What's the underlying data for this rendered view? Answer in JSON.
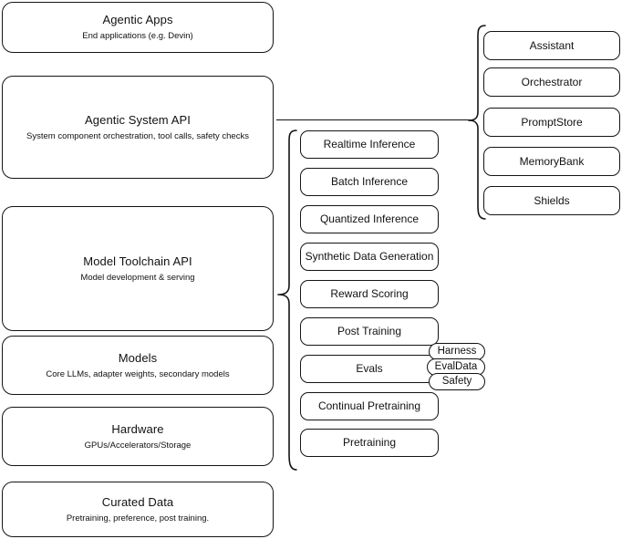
{
  "diagram": {
    "title": "AI Stack Architecture Diagram",
    "stroke_color": "#141414",
    "background_color": "#ffffff"
  },
  "layers": [
    {
      "id": "agentic-apps",
      "title": "Agentic Apps",
      "subtitle": "End applications (e.g. Devin)"
    },
    {
      "id": "agentic-system-api",
      "title": "Agentic System API",
      "subtitle": "System component orchestration, tool calls, safety checks"
    },
    {
      "id": "model-toolchain-api",
      "title": "Model Toolchain API",
      "subtitle": "Model development & serving"
    },
    {
      "id": "models",
      "title": "Models",
      "subtitle": "Core LLMs, adapter weights, secondary models"
    },
    {
      "id": "hardware",
      "title": "Hardware",
      "subtitle": "GPUs/Accelerators/Storage"
    },
    {
      "id": "curated-data",
      "title": "Curated Data",
      "subtitle": "Pretraining, preference, post training."
    }
  ],
  "toolchain_capabilities": [
    {
      "id": "realtime-inference",
      "label": "Realtime Inference"
    },
    {
      "id": "batch-inference",
      "label": "Batch Inference"
    },
    {
      "id": "quantized-inference",
      "label": "Quantized Inference"
    },
    {
      "id": "synthetic-data-generation",
      "label": "Synthetic Data Generation"
    },
    {
      "id": "reward-scoring",
      "label": "Reward Scoring"
    },
    {
      "id": "post-training",
      "label": "Post Training"
    },
    {
      "id": "evals",
      "label": "Evals"
    },
    {
      "id": "continual-pretraining",
      "label": "Continual Pretraining"
    },
    {
      "id": "pretraining",
      "label": "Pretraining"
    }
  ],
  "evals_badges": [
    {
      "id": "harness",
      "label": "Harness"
    },
    {
      "id": "evaldata",
      "label": "EvalData"
    },
    {
      "id": "safety",
      "label": "Safety"
    }
  ],
  "system_components": [
    {
      "id": "assistant",
      "label": "Assistant"
    },
    {
      "id": "orchestrator",
      "label": "Orchestrator"
    },
    {
      "id": "promptstore",
      "label": "PromptStore"
    },
    {
      "id": "memorybank",
      "label": "MemoryBank"
    },
    {
      "id": "shields",
      "label": "Shields"
    }
  ]
}
